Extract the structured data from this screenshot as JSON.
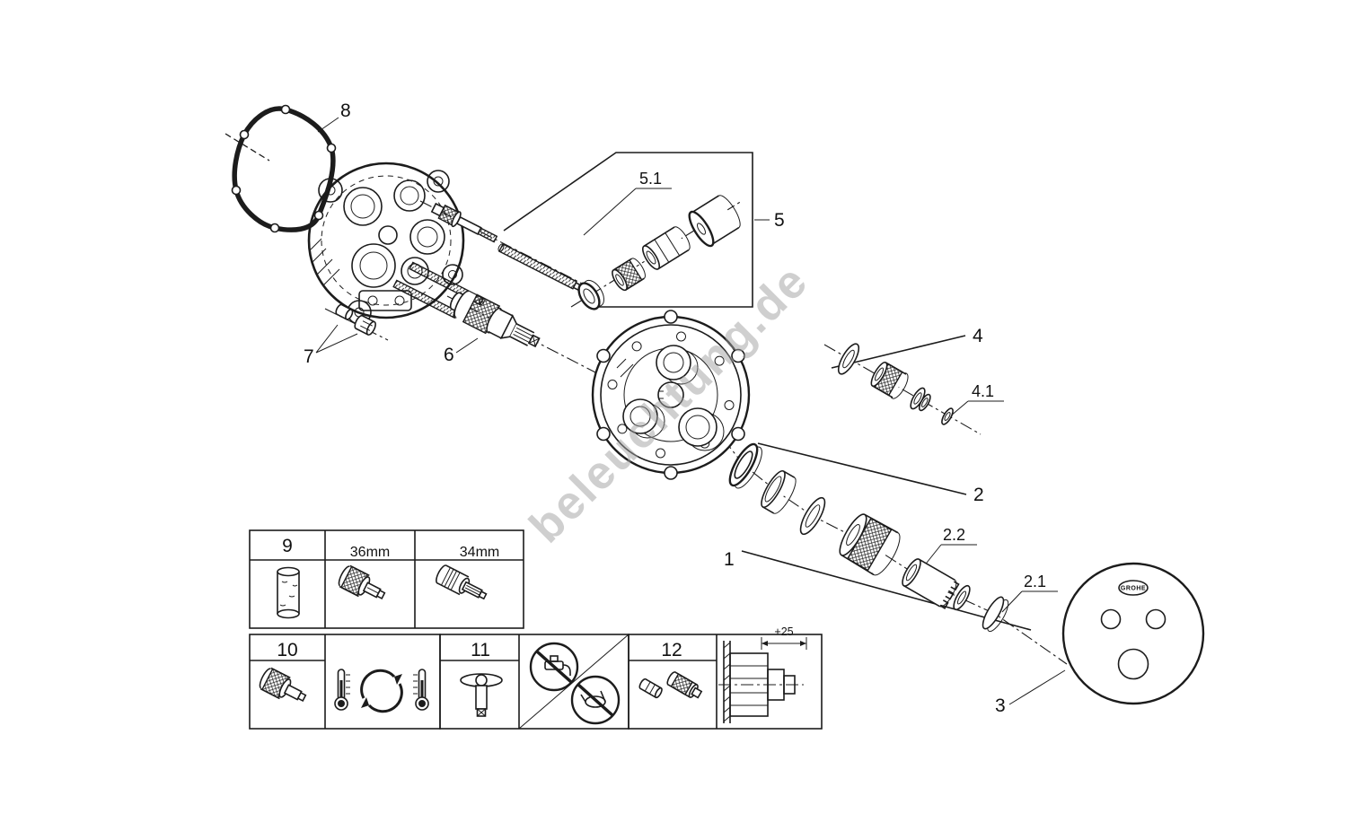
{
  "watermark": "beleuchtung.de",
  "brand_badge": "GROHE",
  "callouts": {
    "c1": "1",
    "c2": "2",
    "c2_1": "2.1",
    "c2_2": "2.2",
    "c3": "3",
    "c4": "4",
    "c4_1": "4.1",
    "c5": "5",
    "c5_1": "5.1",
    "c6": "6",
    "c7": "7",
    "c8": "8",
    "c9": "9",
    "c10": "10",
    "c11": "11",
    "c12": "12"
  },
  "dimensions": {
    "d36": "36mm",
    "d34": "34mm",
    "d25": "+25"
  }
}
